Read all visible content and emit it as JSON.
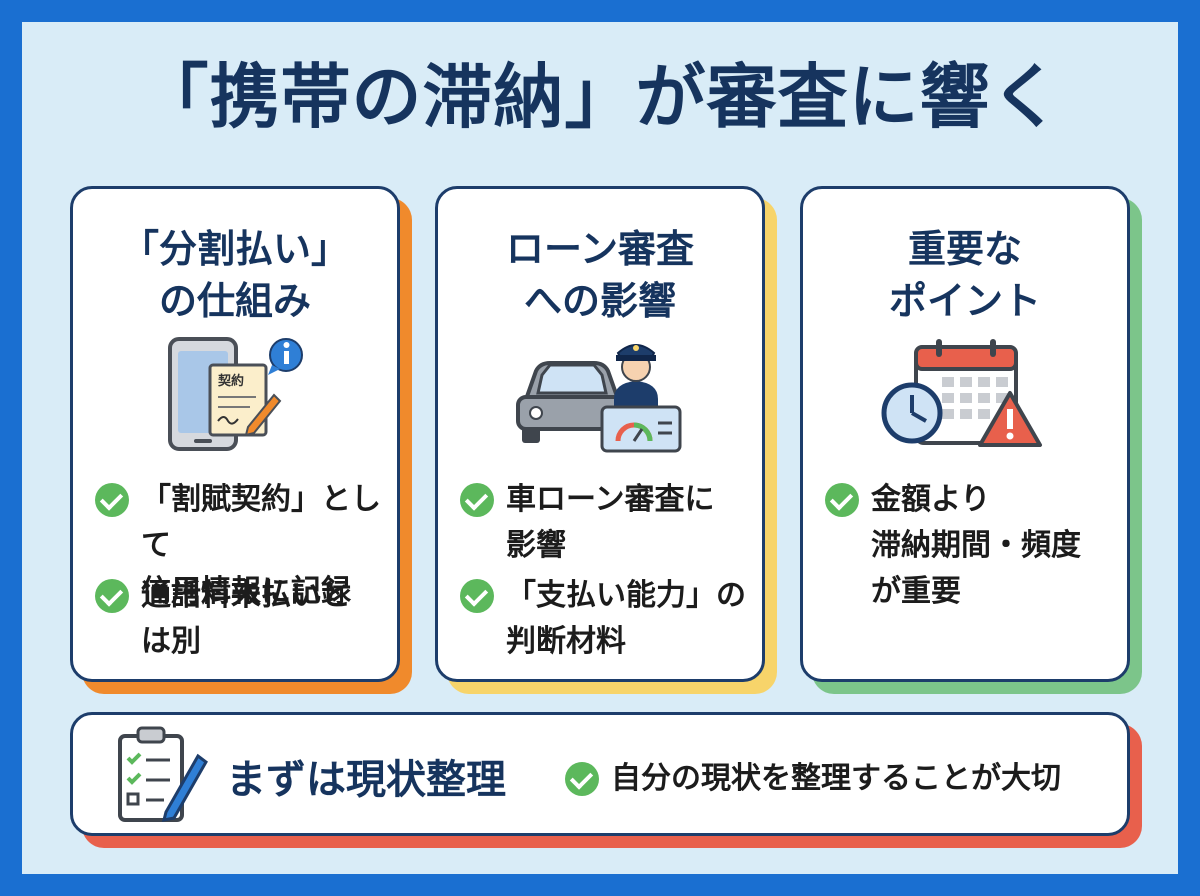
{
  "title": "「携帯の滞納」が審査に響く",
  "cards": [
    {
      "title_line1": "「分割払い」",
      "title_line2": "の仕組み",
      "icon": "phone-contract-icon",
      "icon_text": "契約",
      "items": [
        {
          "line1": "「割賦契約」として",
          "line2": "信用情報に記録"
        },
        {
          "line1": "通話料未払いと",
          "line2": "は別"
        }
      ]
    },
    {
      "title_line1": "ローン審査",
      "title_line2": "への影響",
      "icon": "car-inspector-icon",
      "items": [
        {
          "line1": "車ローン審査に",
          "line2": "影響"
        },
        {
          "line1": "「支払い能力」の",
          "line2": "判断材料"
        }
      ]
    },
    {
      "title_line1": "重要な",
      "title_line2": "ポイント",
      "icon": "calendar-clock-warning-icon",
      "items": [
        {
          "line1": "金額より",
          "line2": "滞納期間・頻度",
          "line3": "が重要"
        }
      ]
    }
  ],
  "bottom": {
    "icon": "clipboard-checklist-icon",
    "title": "まずは現状整理",
    "item": "自分の現状を整理することが大切"
  },
  "colors": {
    "border": "#1a6fd1",
    "background": "#d9ecf7",
    "title": "#16345e",
    "card1_accent": "#f08a2c",
    "card2_accent": "#f7d46a",
    "card3_accent": "#7cc58a",
    "bottom_accent": "#e8604c",
    "check": "#5cb85c"
  }
}
